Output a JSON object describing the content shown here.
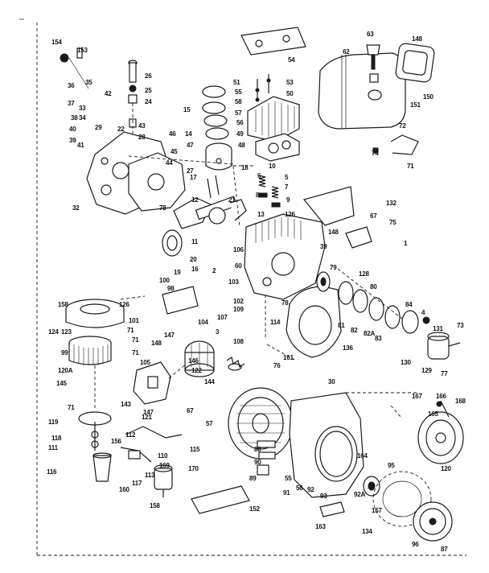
{
  "colors": {
    "ink": "#1a1a1a",
    "paper": "#ffffff"
  },
  "parts": [
    "154",
    "153",
    "26",
    "25",
    "24",
    "54",
    "63",
    "148",
    "62",
    "151",
    "150",
    "36",
    "35",
    "42",
    "37",
    "33",
    "38",
    "34",
    "40",
    "39",
    "41",
    "29",
    "22",
    "43",
    "28",
    "15",
    "51",
    "53",
    "55",
    "50",
    "58",
    "57",
    "56",
    "49",
    "48",
    "14",
    "46",
    "47",
    "45",
    "44",
    "18",
    "17",
    "27",
    "32",
    "78",
    "72",
    "74",
    "71",
    "10",
    "6",
    "5",
    "7",
    "8",
    "9",
    "13",
    "12",
    "11",
    "21",
    "19",
    "20",
    "16",
    "106",
    "2",
    "60",
    "148",
    "67",
    "132",
    "75",
    "1",
    "39",
    "126",
    "158",
    "126",
    "124",
    "123",
    "99",
    "98",
    "100",
    "101",
    "147",
    "71",
    "71",
    "71",
    "105",
    "104",
    "107",
    "103",
    "102",
    "109",
    "3",
    "78",
    "79",
    "128",
    "80",
    "81",
    "82",
    "82A",
    "83",
    "84",
    "4",
    "131",
    "73",
    "114",
    "108",
    "144",
    "146",
    "122",
    "120A",
    "145",
    "143",
    "147",
    "148",
    "121",
    "71",
    "67",
    "136",
    "130",
    "129",
    "77",
    "76",
    "161",
    "30",
    "167",
    "166",
    "168",
    "165",
    "120",
    "119",
    "118",
    "111",
    "112",
    "110",
    "115",
    "156",
    "113",
    "169",
    "117",
    "116",
    "160",
    "158",
    "170",
    "152",
    "57",
    "89",
    "88",
    "90",
    "55",
    "56",
    "91",
    "92",
    "93",
    "92A",
    "164",
    "95",
    "157",
    "163",
    "134",
    "96",
    "87"
  ]
}
